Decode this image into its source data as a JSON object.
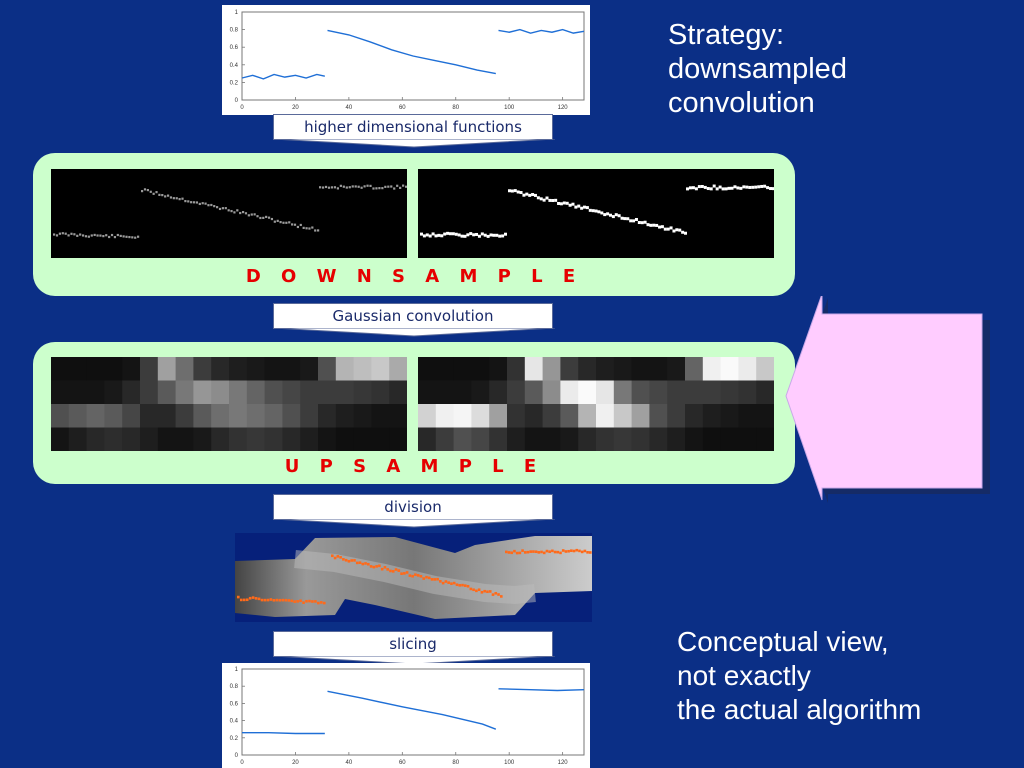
{
  "slide": {
    "strategy_text": "Strategy:\ndownsampled\nconvolution",
    "note_text": "Conceptual view,\nnot exactly\nthe actual algorithm"
  },
  "steps": {
    "higher_dim": "higher dimensional functions",
    "gaussian": "Gaussian convolution",
    "division": "division",
    "slicing": "slicing"
  },
  "panels": {
    "downsample_label": "D O W N S A M P L E",
    "upsample_label": "U P S A M P L E"
  },
  "colors": {
    "background": "#0b2f86",
    "panel": "#ccffcc",
    "label_red": "#e60000",
    "plot_line": "#1f6fd6",
    "slice_points": "#ff6a1a",
    "callout": "#ffccff"
  },
  "axis_ticks": {
    "x": [
      "0",
      "20",
      "40",
      "60",
      "80",
      "100",
      "120"
    ],
    "y": [
      "0",
      "0.2",
      "0.4",
      "0.6",
      "0.8",
      "1"
    ]
  },
  "chart_data": [
    {
      "type": "line",
      "title": "",
      "xlim": [
        0,
        128
      ],
      "ylim": [
        0,
        1
      ],
      "series": [
        {
          "x": [
            0,
            4,
            8,
            12,
            16,
            20,
            24,
            28,
            31
          ],
          "y": [
            0.25,
            0.28,
            0.24,
            0.29,
            0.26,
            0.28,
            0.25,
            0.29,
            0.27
          ]
        },
        {
          "x": [
            32,
            40,
            48,
            56,
            64,
            72,
            80,
            88,
            95
          ],
          "y": [
            0.79,
            0.74,
            0.66,
            0.57,
            0.5,
            0.45,
            0.4,
            0.34,
            0.3
          ]
        },
        {
          "x": [
            96,
            100,
            104,
            108,
            112,
            116,
            120,
            124,
            128
          ],
          "y": [
            0.79,
            0.77,
            0.8,
            0.76,
            0.79,
            0.77,
            0.8,
            0.76,
            0.78
          ]
        }
      ]
    },
    {
      "type": "line",
      "title": "",
      "xlim": [
        0,
        128
      ],
      "ylim": [
        0,
        1
      ],
      "series": [
        {
          "x": [
            0,
            10,
            20,
            31
          ],
          "y": [
            0.26,
            0.26,
            0.25,
            0.25
          ]
        },
        {
          "x": [
            32,
            45,
            60,
            75,
            90,
            95
          ],
          "y": [
            0.74,
            0.66,
            0.56,
            0.47,
            0.36,
            0.3
          ]
        },
        {
          "x": [
            96,
            108,
            118,
            128
          ],
          "y": [
            0.77,
            0.76,
            0.75,
            0.76
          ]
        }
      ]
    }
  ]
}
